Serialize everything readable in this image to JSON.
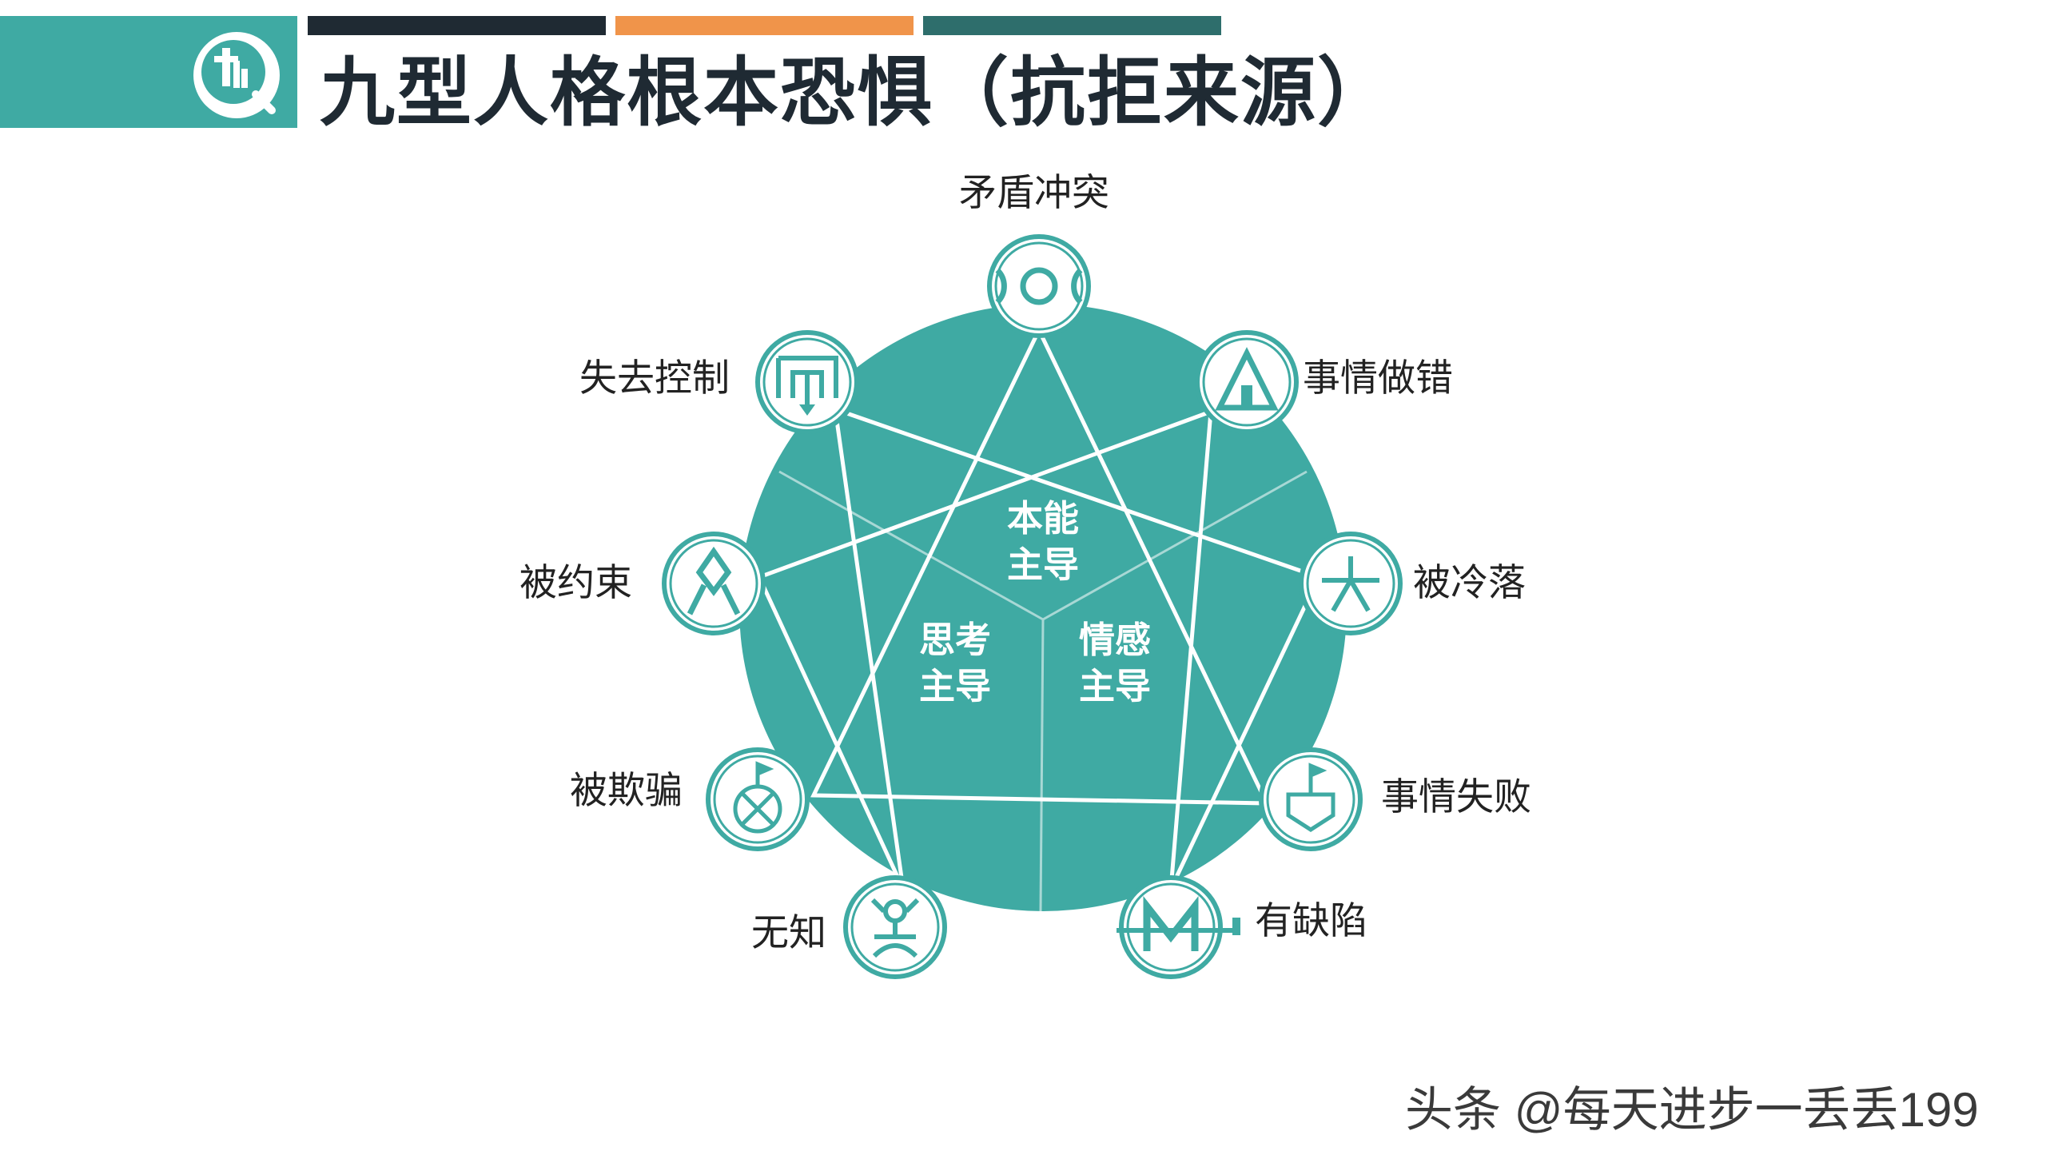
{
  "slide": {
    "title": "九型人格根本恐惧（抗拒来源）",
    "accent_colors": {
      "teal": "#3FAAA3",
      "dark": "#1F2A33",
      "orange": "#F0944A",
      "dark_teal": "#2E6E6C"
    }
  },
  "diagram": {
    "center_labels": {
      "instinct": [
        "本能",
        "主导"
      ],
      "thinking": [
        "思考",
        "主导"
      ],
      "feeling": [
        "情感",
        "主导"
      ]
    },
    "nodes": [
      {
        "type": 9,
        "label": "矛盾冲突",
        "icon": "two-crescents-circle-icon"
      },
      {
        "type": 1,
        "label": "事情做错",
        "icon": "triangle-tent-icon"
      },
      {
        "type": 2,
        "label": "被冷落",
        "icon": "figure-under-line-icon"
      },
      {
        "type": 3,
        "label": "事情失败",
        "icon": "flag-pentagon-icon"
      },
      {
        "type": 4,
        "label": "有缺陷",
        "icon": "letter-m-icon"
      },
      {
        "type": 5,
        "label": "无知",
        "icon": "person-figure-icon"
      },
      {
        "type": 6,
        "label": "被欺骗",
        "icon": "crossed-circle-flag-icon"
      },
      {
        "type": 7,
        "label": "被约束",
        "icon": "knot-figure-icon"
      },
      {
        "type": 8,
        "label": "失去控制",
        "icon": "gate-arrow-icon"
      }
    ]
  },
  "watermark": {
    "text": "头条 @每天进步一丢丢199"
  }
}
